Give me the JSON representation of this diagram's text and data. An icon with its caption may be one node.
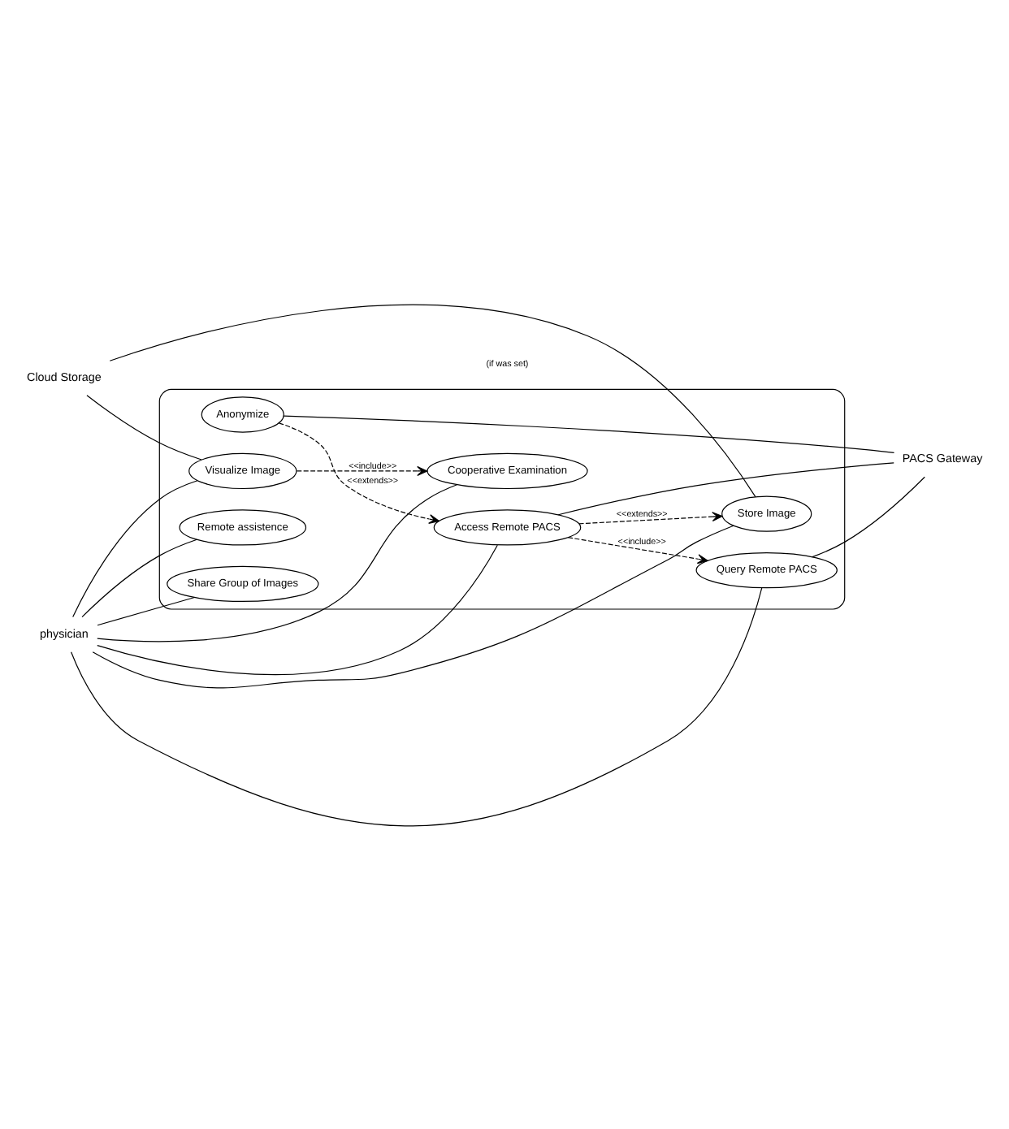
{
  "diagram": {
    "nodes": [
      {
        "text": [],
        "shape": "box"
      },
      {
        "text": [
          "Anonymize"
        ],
        "in": 0
      },
      {
        "text": [
          "Store Image"
        ],
        "in": 0
      },
      {
        "text": [
          "Access Remote PACS"
        ],
        "in": 0
      },
      {
        "text": [
          "PACS Gateway"
        ]
      },
      {
        "text": [
          "Cloud Storage"
        ]
      },
      {
        "text": [
          "Query Remote PACS"
        ],
        "in": 0
      },
      {
        "text": [
          "Share Group of Images"
        ],
        "in": 0
      },
      {
        "text": [
          "physician"
        ]
      },
      {
        "text": [
          "Visualize Image"
        ],
        "in": 0
      },
      {
        "text": [
          "Remote assistence"
        ],
        "in": 0
      },
      {
        "text": [
          "Cooperative Examination"
        ],
        "in": 0
      }
    ],
    "edges": [
      {
        "from": 3,
        "to": 2,
        "arrow": "to",
        "style": "dashed",
        "label": "<<extends>>"
      },
      {
        "from": 1,
        "to": 3,
        "arrow": "to",
        "style": "dashed",
        "label": "<<extends>>"
      },
      {
        "from": 3,
        "to": 6,
        "arrow": "to",
        "style": "dashed",
        "label": "<<include>>"
      },
      {
        "from": 9,
        "to": 11,
        "arrow": "to",
        "style": "dashed",
        "label": "<<include>>"
      },
      {
        "from": 1,
        "to": 4,
        "arrow": "none"
      },
      {
        "from": 3,
        "to": 4,
        "arrow": "none"
      },
      {
        "from": 6,
        "to": 4,
        "arrow": "none"
      },
      {
        "from": 5,
        "to": 2,
        "arrow": "none"
      },
      {
        "from": 5,
        "to": 9,
        "arrow": "none"
      },
      {
        "from": 8,
        "to": 2,
        "arrow": "none"
      },
      {
        "from": 8,
        "to": 3,
        "arrow": "none"
      },
      {
        "from": 8,
        "to": 6,
        "arrow": "none"
      },
      {
        "from": 8,
        "to": 7,
        "arrow": "none"
      },
      {
        "from": 8,
        "to": 9,
        "arrow": "none"
      },
      {
        "from": 8,
        "to": 10,
        "arrow": "none"
      },
      {
        "from": 8,
        "to": 11,
        "arrow": "none"
      }
    ],
    "labels": [
      "(if was set)"
    ]
  }
}
